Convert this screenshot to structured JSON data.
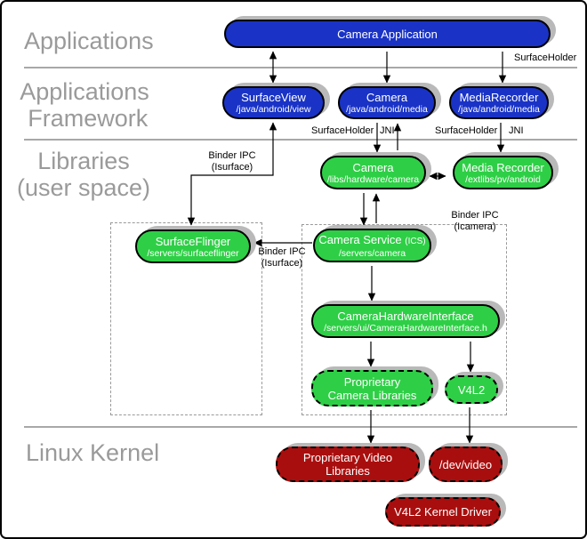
{
  "layers": {
    "applications": {
      "label": "Applications"
    },
    "framework": {
      "label": "Applications\n Framework"
    },
    "libraries": {
      "label": "Libraries\n(user space)"
    },
    "kernel": {
      "label": "Linux Kernel"
    }
  },
  "nodes": {
    "camera_app": {
      "title": "Camera Application"
    },
    "surface_view": {
      "title": "SurfaceView",
      "subtitle": "/java/android/view"
    },
    "camera_java": {
      "title": "Camera",
      "subtitle": "/java/android/media"
    },
    "media_recorder_java": {
      "title": "MediaRecorder",
      "subtitle": "/java/android/media"
    },
    "camera_lib": {
      "title": "Camera",
      "subtitle": "/libs/hardware/camera"
    },
    "media_recorder_lib": {
      "title": "Media Recorder",
      "subtitle": "/extlibs/pv/android"
    },
    "surface_flinger": {
      "title": "SurfaceFlinger",
      "subtitle": "/servers/surfaceflinger"
    },
    "camera_service": {
      "title": "Camera Service",
      "title_suffix": "(ICS)",
      "subtitle": "/servers/camera"
    },
    "camera_hw_interface": {
      "title": "CameraHardwareInterface",
      "subtitle": "/servers/ui/CameraHardwareInterface.h"
    },
    "proprietary_camera_libs": {
      "title": "Proprietary Camera Libraries"
    },
    "v4l2": {
      "title": "V4L2"
    },
    "proprietary_video_libs": {
      "title": "Proprietary Video Libraries"
    },
    "dev_video": {
      "title": "/dev/video"
    },
    "v4l2_kernel_driver": {
      "title": "V4L2 Kernel Driver"
    }
  },
  "edge_labels": {
    "surface_holder_top": "SurfaceHolder",
    "surface_holder_camera": "SurfaceHolder",
    "jni_camera": "JNI",
    "surface_holder_media": "SurfaceHolder",
    "jni_media": "JNI",
    "binder_ipc_isurface_upper": "Binder IPC\n(Isurface)",
    "binder_ipc_icamera": "Binder IPC\n(Icamera)",
    "binder_ipc_isurface_lower": "Binder IPC\n(Isurface)"
  },
  "colors": {
    "blue": "#1a33c6",
    "green": "#2ecf46",
    "red": "#a90e0e",
    "shadow": "#b9b9b9",
    "layer_label": "#9a9a9a",
    "divider": "#a8a8a8"
  }
}
